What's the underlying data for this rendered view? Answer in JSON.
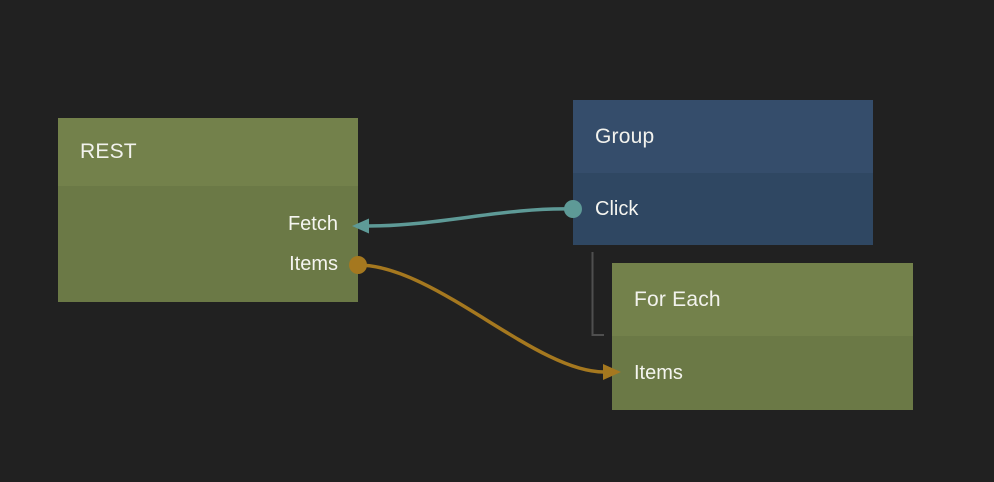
{
  "canvas": {
    "background_color": "#212121"
  },
  "nodes": [
    {
      "title": "REST",
      "header_color": "#73814B",
      "body_color": "#6B7946",
      "title_color": "#F2F2ED",
      "ports": [
        {
          "name": "Fetch",
          "direction": "output"
        },
        {
          "name": "Items",
          "direction": "output"
        }
      ]
    },
    {
      "title": "Group",
      "header_color": "#354D6B",
      "body_color": "#2F4762",
      "title_color": "#F2F2ED",
      "ports": [
        {
          "name": "Click",
          "direction": "input"
        }
      ]
    },
    {
      "title": "For Each",
      "header_color": "#73814B",
      "body_color": "#6B7946",
      "title_color": "#F2F2ED",
      "ports": [
        {
          "name": "Items",
          "direction": "input"
        }
      ]
    }
  ],
  "connections": [
    {
      "from": "Group.Click",
      "to": "REST.Fetch",
      "color": "#5E9A97"
    },
    {
      "from": "REST.Items",
      "to": "For Each.Items",
      "color": "#A5781F"
    }
  ],
  "hierarchy_link": {
    "from": "Group",
    "to": "For Each",
    "color": "#4F4F4F"
  }
}
